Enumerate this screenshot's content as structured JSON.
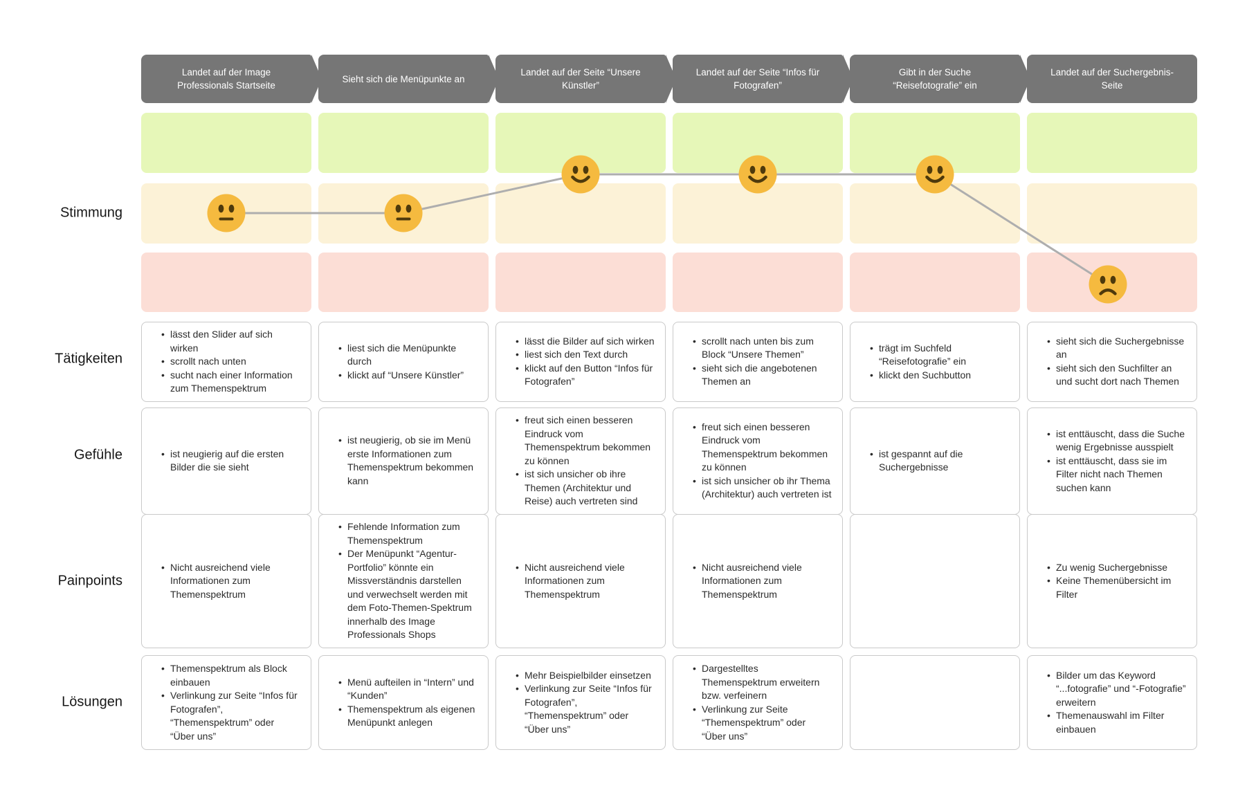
{
  "row_labels": {
    "stimmung": "Stimmung",
    "taetigkeiten": "Tätigkeiten",
    "gefuehle": "Gefühle",
    "painpoints": "Painpoints",
    "loesungen": "Lösungen"
  },
  "stages": [
    {
      "title": "Landet auf der Image Professionals Startseite"
    },
    {
      "title": "Sieht sich die Menüpunkte an"
    },
    {
      "title": "Landet auf der Seite “Unsere Künstler”"
    },
    {
      "title": "Landet auf der Seite “Infos für Fotografen”"
    },
    {
      "title": "Gibt in der Suche “Reisefotografie” ein"
    },
    {
      "title": "Landet auf der Suchergebnis-Seite"
    }
  ],
  "mood": {
    "per_stage": [
      "neutral",
      "neutral",
      "happy",
      "happy",
      "happy",
      "sad"
    ]
  },
  "cells": {
    "taetigkeiten": [
      [
        "lässt den Slider auf sich wirken",
        "scrollt nach unten",
        "sucht nach einer Information zum Themenspektrum"
      ],
      [
        "liest sich die Menüpunkte durch",
        "klickt auf “Unsere Künstler”"
      ],
      [
        "lässt die Bilder auf sich wirken",
        "liest sich den Text durch",
        "klickt auf den Button “Infos für Fotografen”"
      ],
      [
        "scrollt nach unten bis zum Block “Unsere Themen”",
        "sieht sich die angebotenen Themen an"
      ],
      [
        "trägt im Suchfeld “Reisefotografie” ein",
        "klickt den Suchbutton"
      ],
      [
        "sieht sich die Suchergebnisse an",
        "sieht sich den Suchfilter an und sucht dort nach Themen"
      ]
    ],
    "gefuehle": [
      [
        "ist neugierig auf die ersten Bilder die sie sieht"
      ],
      [
        "ist neugierig, ob sie im Menü erste Informationen zum Themenspektrum bekommen kann"
      ],
      [
        "freut sich einen besseren Eindruck vom Themenspektrum bekommen zu können",
        "ist sich unsicher ob ihre Themen (Architektur und Reise) auch vertreten sind"
      ],
      [
        "freut sich einen besseren Eindruck vom Themenspektrum bekommen zu können",
        "ist sich unsicher ob ihr Thema (Architektur) auch vertreten ist"
      ],
      [
        "ist gespannt auf die Suchergebnisse"
      ],
      [
        "ist enttäuscht, dass die Suche wenig Ergebnisse ausspielt",
        "ist enttäuscht, dass sie im Filter nicht nach Themen suchen kann"
      ]
    ],
    "painpoints": [
      [
        "Nicht ausreichend viele Informationen zum Themenspektrum"
      ],
      [
        "Fehlende Information zum Themenspektrum",
        "Der Menüpunkt “Agentur-Portfolio” könnte ein Missverständnis darstellen und verwechselt werden mit dem Foto-Themen-Spektrum innerhalb des Image Professionals Shops"
      ],
      [
        "Nicht ausreichend viele Informationen zum Themenspektrum"
      ],
      [
        "Nicht ausreichend viele Informationen zum Themenspektrum"
      ],
      [],
      [
        "Zu wenig Suchergebnisse",
        "Keine Themenübersicht im Filter"
      ]
    ],
    "loesungen": [
      [
        "Themenspektrum als Block einbauen",
        "Verlinkung zur Seite “Infos für Fotografen”, “Themenspektrum” oder “Über uns”"
      ],
      [
        "Menü aufteilen in “Intern” und “Kunden”",
        "Themenspektrum als eigenen Menüpunkt anlegen"
      ],
      [
        "Mehr Beispielbilder einsetzen",
        "Verlinkung zur Seite “Infos für Fotografen”, “Themenspektrum” oder “Über uns”"
      ],
      [
        "Dargestelltes Themenspektrum erweitern bzw. verfeinern",
        "Verlinkung zur Seite “Themenspektrum” oder “Über uns”"
      ],
      [],
      [
        "Bilder um das Keyword “...fotografie” und “-Fotografie” erweitern",
        "Themenauswahl im Filter einbauen"
      ]
    ]
  },
  "colors": {
    "header_bg": "#767676",
    "header_text": "#ffffff",
    "band_positive": "#e6f7b8",
    "band_neutral": "#fcf2d7",
    "band_negative": "#fcded6",
    "mood_line": "#aeaeae",
    "emoji_fill": "#f5ba3f",
    "emoji_face": "#4e3a0c",
    "card_border": "#c9c9c9"
  }
}
